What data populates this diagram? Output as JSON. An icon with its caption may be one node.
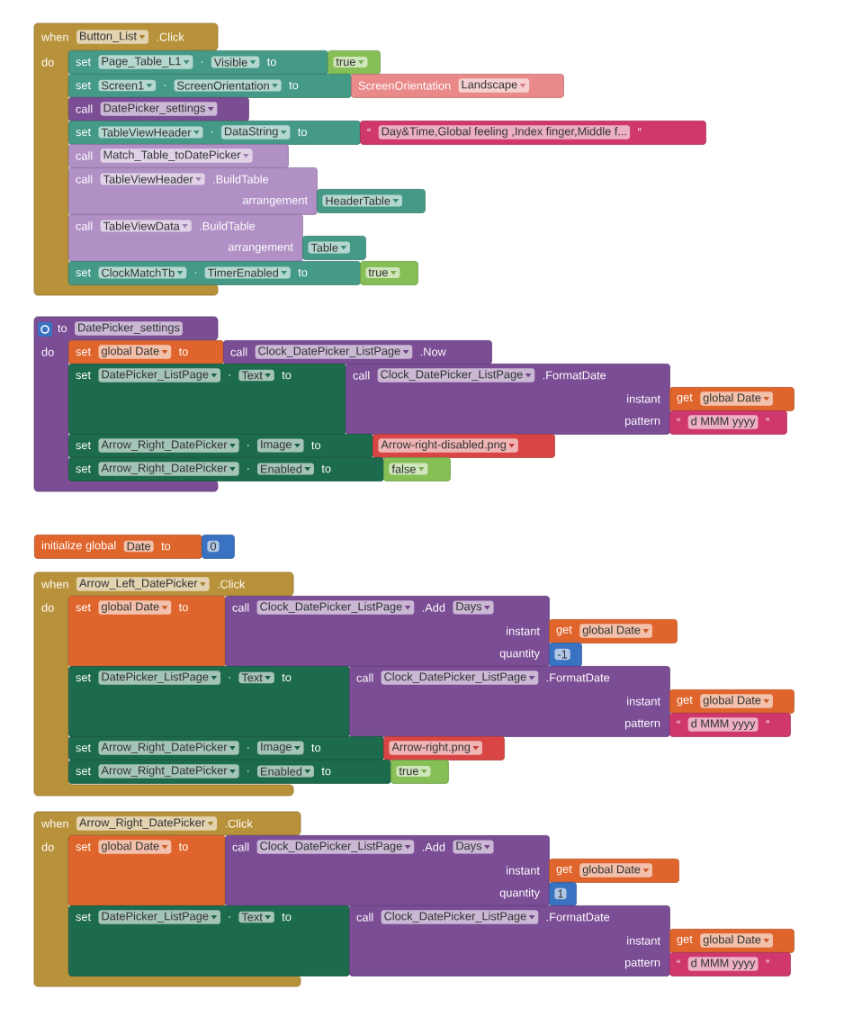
{
  "diagram": {
    "nodes": [
      {
        "text": [
          "when",
          "Button_List",
          ".Click",
          "do"
        ]
      },
      {
        "text": [
          "set",
          "Page_Table_L1",
          ".",
          "Visible",
          "to"
        ]
      },
      {
        "text": [
          "true"
        ]
      },
      {
        "text": [
          "set",
          "Screen1",
          ".",
          "ScreenOrientation",
          "to"
        ]
      },
      {
        "text": [
          "ScreenOrientation",
          "Landscape"
        ]
      },
      {
        "text": [
          "call",
          "DatePicker_settings"
        ]
      },
      {
        "text": [
          "set",
          "TableViewHeader",
          ".",
          "DataString",
          "to"
        ]
      },
      {
        "text": [
          "“",
          "Day&Time,Global feeling ,Index finger,Middle f...",
          "”"
        ]
      },
      {
        "text": [
          "call",
          "Match_Table_toDatePicker"
        ]
      },
      {
        "text": [
          "call",
          "TableViewHeader",
          ".BuildTable",
          "arrangement"
        ]
      },
      {
        "text": [
          "HeaderTable"
        ]
      },
      {
        "text": [
          "call",
          "TableViewData",
          ".BuildTable",
          "arrangement"
        ]
      },
      {
        "text": [
          "Table"
        ]
      },
      {
        "text": [
          "set",
          "ClockMatchTb",
          ".",
          "TimerEnabled",
          "to"
        ]
      },
      {
        "text": [
          "true"
        ]
      },
      {
        "text": [
          "to",
          "DatePicker_settings",
          "do"
        ]
      },
      {
        "text": [
          "set",
          "global Date",
          "to"
        ]
      },
      {
        "text": [
          "call",
          "Clock_DatePicker_ListPage",
          ".Now"
        ]
      },
      {
        "text": [
          "set",
          "DatePicker_ListPage",
          ".",
          "Text",
          "to"
        ]
      },
      {
        "text": [
          "call",
          "Clock_DatePicker_ListPage",
          ".FormatDate",
          "instant",
          "pattern"
        ]
      },
      {
        "text": [
          "get",
          "global Date"
        ]
      },
      {
        "text": [
          "“",
          "d MMM yyyy",
          "”"
        ]
      },
      {
        "text": [
          "set",
          "Arrow_Right_DatePicker",
          ".",
          "Image",
          "to"
        ]
      },
      {
        "text": [
          "Arrow-right-disabled.png"
        ]
      },
      {
        "text": [
          "set",
          "Arrow_Right_DatePicker",
          ".",
          "Enabled",
          "to"
        ]
      },
      {
        "text": [
          "false"
        ]
      },
      {
        "text": [
          "initialize global",
          "Date",
          "to"
        ]
      },
      {
        "text": [
          "0"
        ]
      },
      {
        "text": [
          "when",
          "Arrow_Left_DatePicker",
          ".Click",
          "do"
        ]
      },
      {
        "text": [
          "set",
          "global Date",
          "to"
        ]
      },
      {
        "text": [
          "call",
          "Clock_DatePicker_ListPage",
          ".Add",
          "Days",
          "instant",
          "quantity"
        ]
      },
      {
        "text": [
          "get",
          "global Date"
        ]
      },
      {
        "text": [
          "-1"
        ]
      },
      {
        "text": [
          "set",
          "DatePicker_ListPage",
          ".",
          "Text",
          "to"
        ]
      },
      {
        "text": [
          "call",
          "Clock_DatePicker_ListPage",
          ".FormatDate",
          "instant",
          "pattern"
        ]
      },
      {
        "text": [
          "get",
          "global Date"
        ]
      },
      {
        "text": [
          "“",
          "d MMM yyyy",
          "”"
        ]
      },
      {
        "text": [
          "set",
          "Arrow_Right_DatePicker",
          ".",
          "Image",
          "to"
        ]
      },
      {
        "text": [
          "Arrow-right.png"
        ]
      },
      {
        "text": [
          "set",
          "Arrow_Right_DatePicker",
          ".",
          "Enabled",
          "to"
        ]
      },
      {
        "text": [
          "true"
        ]
      },
      {
        "text": [
          "when",
          "Arrow_Right_DatePicker",
          ".Click",
          "do"
        ]
      },
      {
        "text": [
          "set",
          "global Date",
          "to"
        ]
      },
      {
        "text": [
          "call",
          "Clock_DatePicker_ListPage",
          ".Add",
          "Days",
          "instant",
          "quantity"
        ]
      },
      {
        "text": [
          "get",
          "global Date"
        ]
      },
      {
        "text": [
          "1"
        ]
      },
      {
        "text": [
          "set",
          "DatePicker_ListPage",
          ".",
          "Text",
          "to"
        ]
      },
      {
        "text": [
          "call",
          "Clock_DatePicker_ListPage",
          ".FormatDate",
          "instant",
          "pattern"
        ]
      },
      {
        "text": [
          "get",
          "global Date"
        ]
      },
      {
        "text": [
          "“",
          "d MMM yyyy",
          "”"
        ]
      }
    ]
  }
}
